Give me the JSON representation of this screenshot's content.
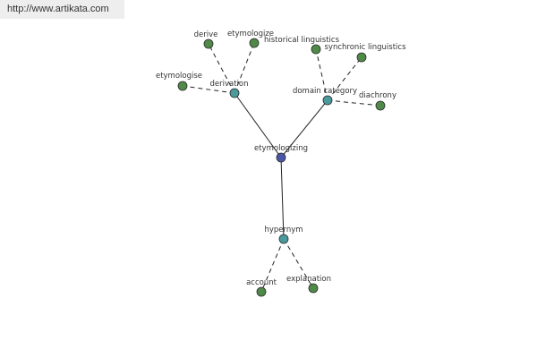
{
  "source_label": "http://www.artikata.com",
  "colors": {
    "root": "#4a57a8",
    "hub": "#4a9a9e",
    "leaf": "#4f8a48",
    "node_stroke": "#2b2b2b",
    "edge": "#222222"
  },
  "nodes": [
    {
      "id": "etymologizing",
      "label": "etymologizing",
      "kind": "root"
    },
    {
      "id": "derivation",
      "label": "derivation",
      "kind": "hub"
    },
    {
      "id": "domain-category",
      "label": "domain category",
      "kind": "hub"
    },
    {
      "id": "hypernym",
      "label": "hypernym",
      "kind": "hub"
    },
    {
      "id": "derive",
      "label": "derive",
      "kind": "leaf"
    },
    {
      "id": "etymologize",
      "label": "etymologize",
      "kind": "leaf"
    },
    {
      "id": "etymologise",
      "label": "etymologise",
      "kind": "leaf"
    },
    {
      "id": "historical-linguistics",
      "label": "historical linguistics",
      "kind": "leaf"
    },
    {
      "id": "synchronic-linguistics",
      "label": "synchronic linguistics",
      "kind": "leaf"
    },
    {
      "id": "diachrony",
      "label": "diachrony",
      "kind": "leaf"
    },
    {
      "id": "account",
      "label": "account",
      "kind": "leaf"
    },
    {
      "id": "explanation",
      "label": "explanation",
      "kind": "leaf"
    }
  ],
  "edges": [
    {
      "from": "etymologizing",
      "to": "derivation",
      "style": "solid"
    },
    {
      "from": "etymologizing",
      "to": "domain-category",
      "style": "solid"
    },
    {
      "from": "etymologizing",
      "to": "hypernym",
      "style": "solid"
    },
    {
      "from": "derivation",
      "to": "derive",
      "style": "dashed"
    },
    {
      "from": "derivation",
      "to": "etymologize",
      "style": "dashed"
    },
    {
      "from": "derivation",
      "to": "etymologise",
      "style": "dashed"
    },
    {
      "from": "domain-category",
      "to": "historical-linguistics",
      "style": "dashed"
    },
    {
      "from": "domain-category",
      "to": "synchronic-linguistics",
      "style": "dashed"
    },
    {
      "from": "domain-category",
      "to": "diachrony",
      "style": "dashed"
    },
    {
      "from": "hypernym",
      "to": "account",
      "style": "dashed"
    },
    {
      "from": "hypernym",
      "to": "explanation",
      "style": "dashed"
    }
  ]
}
